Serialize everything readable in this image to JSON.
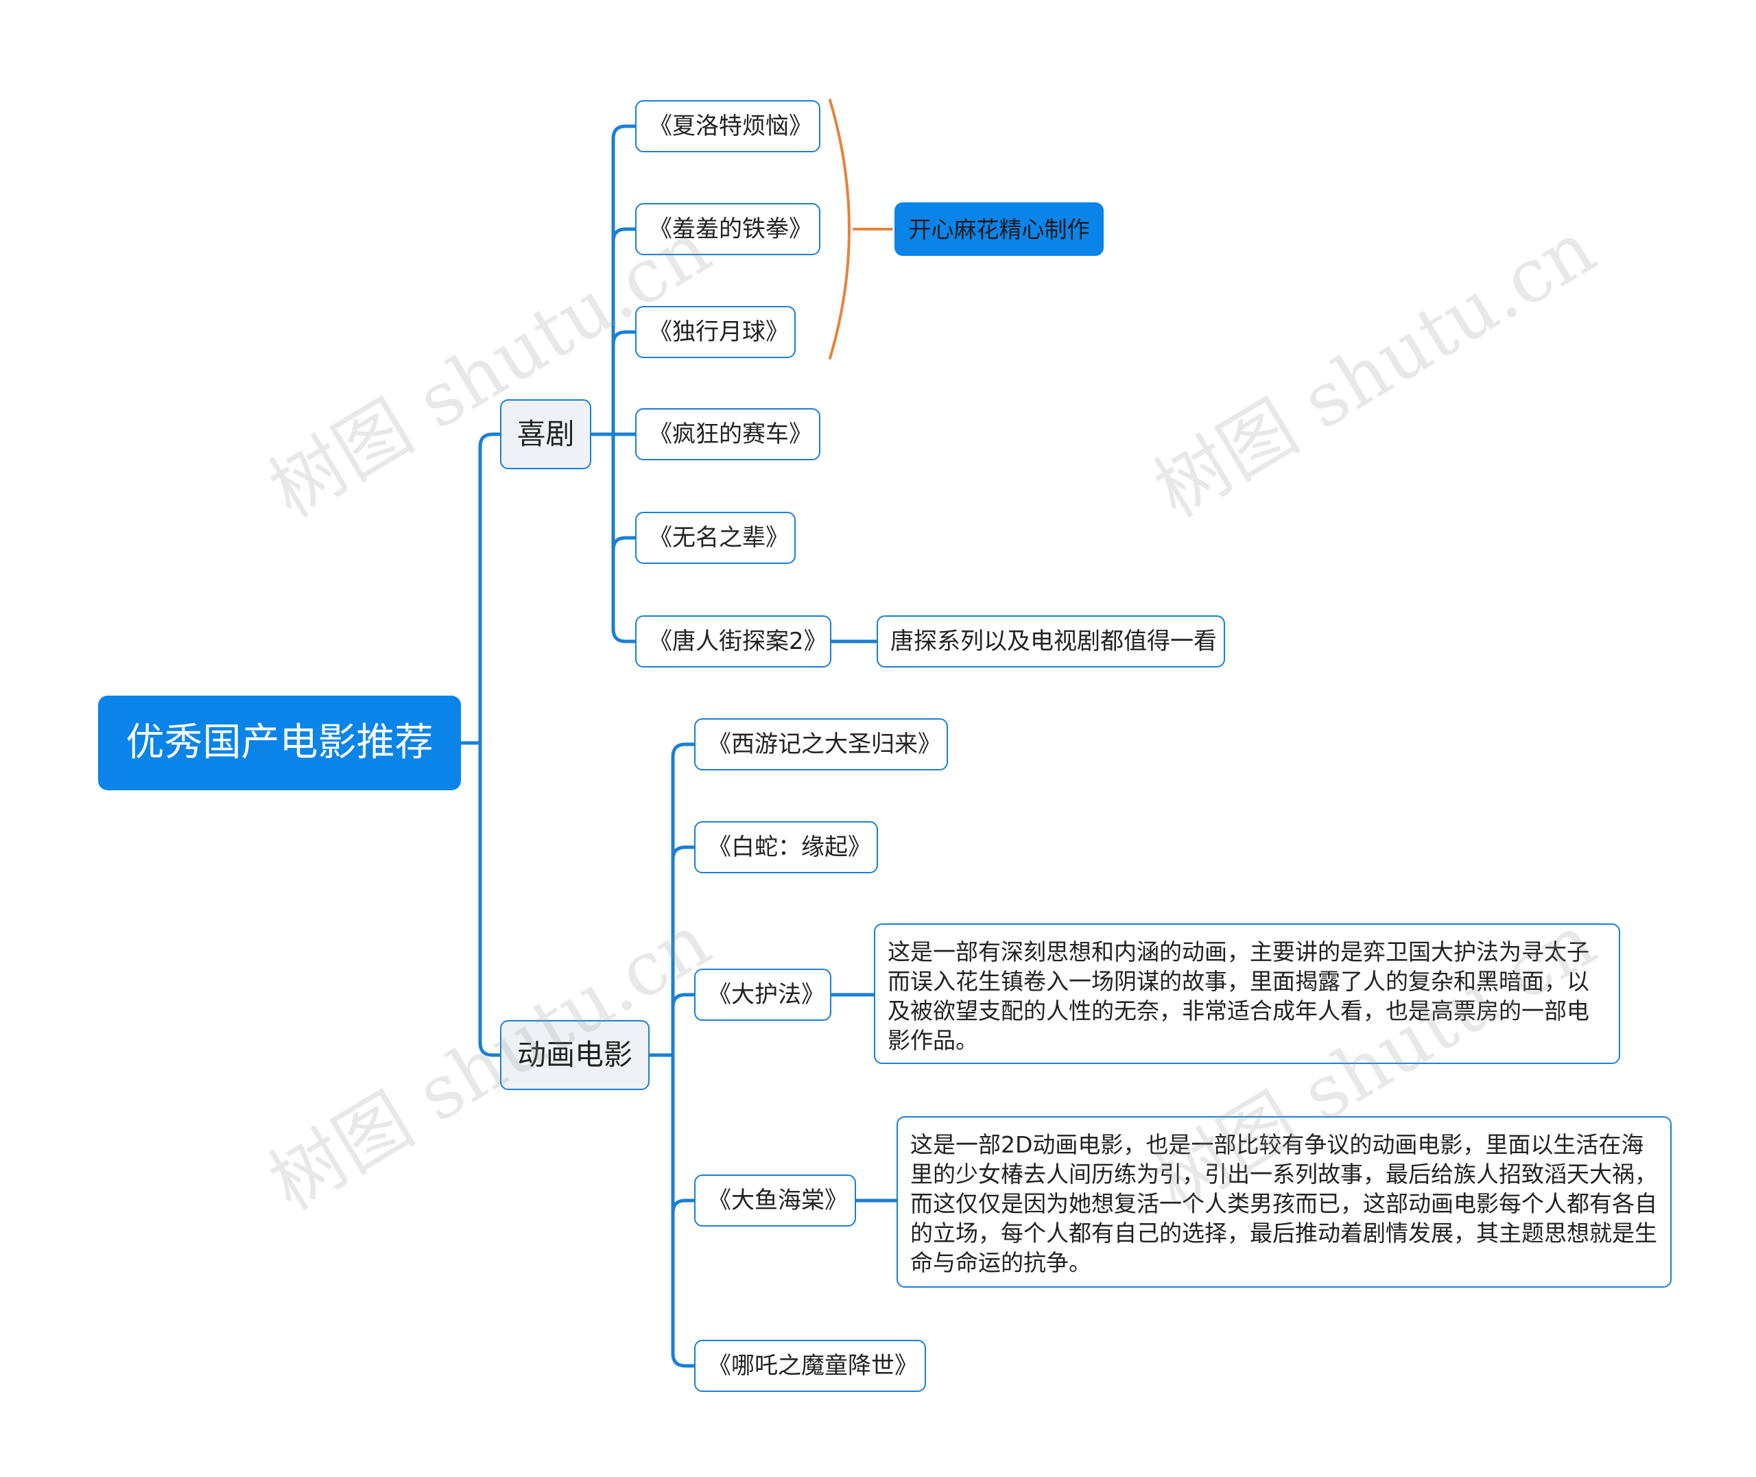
{
  "root": "优秀国产电影推荐",
  "watermark": "树图 shutu.cn",
  "branches": [
    {
      "label": "喜剧",
      "children": [
        "《夏洛特烦恼》",
        "《羞羞的铁拳》",
        "《独行月球》",
        "《疯狂的赛车》",
        "《无名之辈》",
        "《唐人街探案2》"
      ],
      "summary": "开心麻花精心制作",
      "note": "唐探系列以及电视剧都值得一看"
    },
    {
      "label": "动画电影",
      "children": [
        "《西游记之大圣归来》",
        "《白蛇：缘起》",
        "《大护法》",
        "《大鱼海棠》",
        "《哪吒之魔童降世》"
      ],
      "notes": [
        "这是一部有深刻思想和内涵的动画，主要讲的是弈卫国大护法为寻太子而误入花生镇卷入一场阴谋的故事，里面揭露了人的复杂和黑暗面，以及被欲望支配的人性的无奈，非常适合成年人看，也是高票房的一部电影作品。",
        "这是一部2D动画电影，也是一部比较有争议的动画电影，里面以生活在海里的少女椿去人间历练为引，引出一系列故事，最后给族人招致滔天大祸，而这仅仅是因为她想复活一个人类男孩而已，这部动画电影每个人都有各自的立场，每个人都有自己的选择，最后推动着剧情发展，其主题思想就是生命与命运的抗争。"
      ]
    }
  ],
  "colors": {
    "line": "#1b7fd4",
    "root_fill": "#0a84e8",
    "summary_bracket": "#e8823a"
  }
}
